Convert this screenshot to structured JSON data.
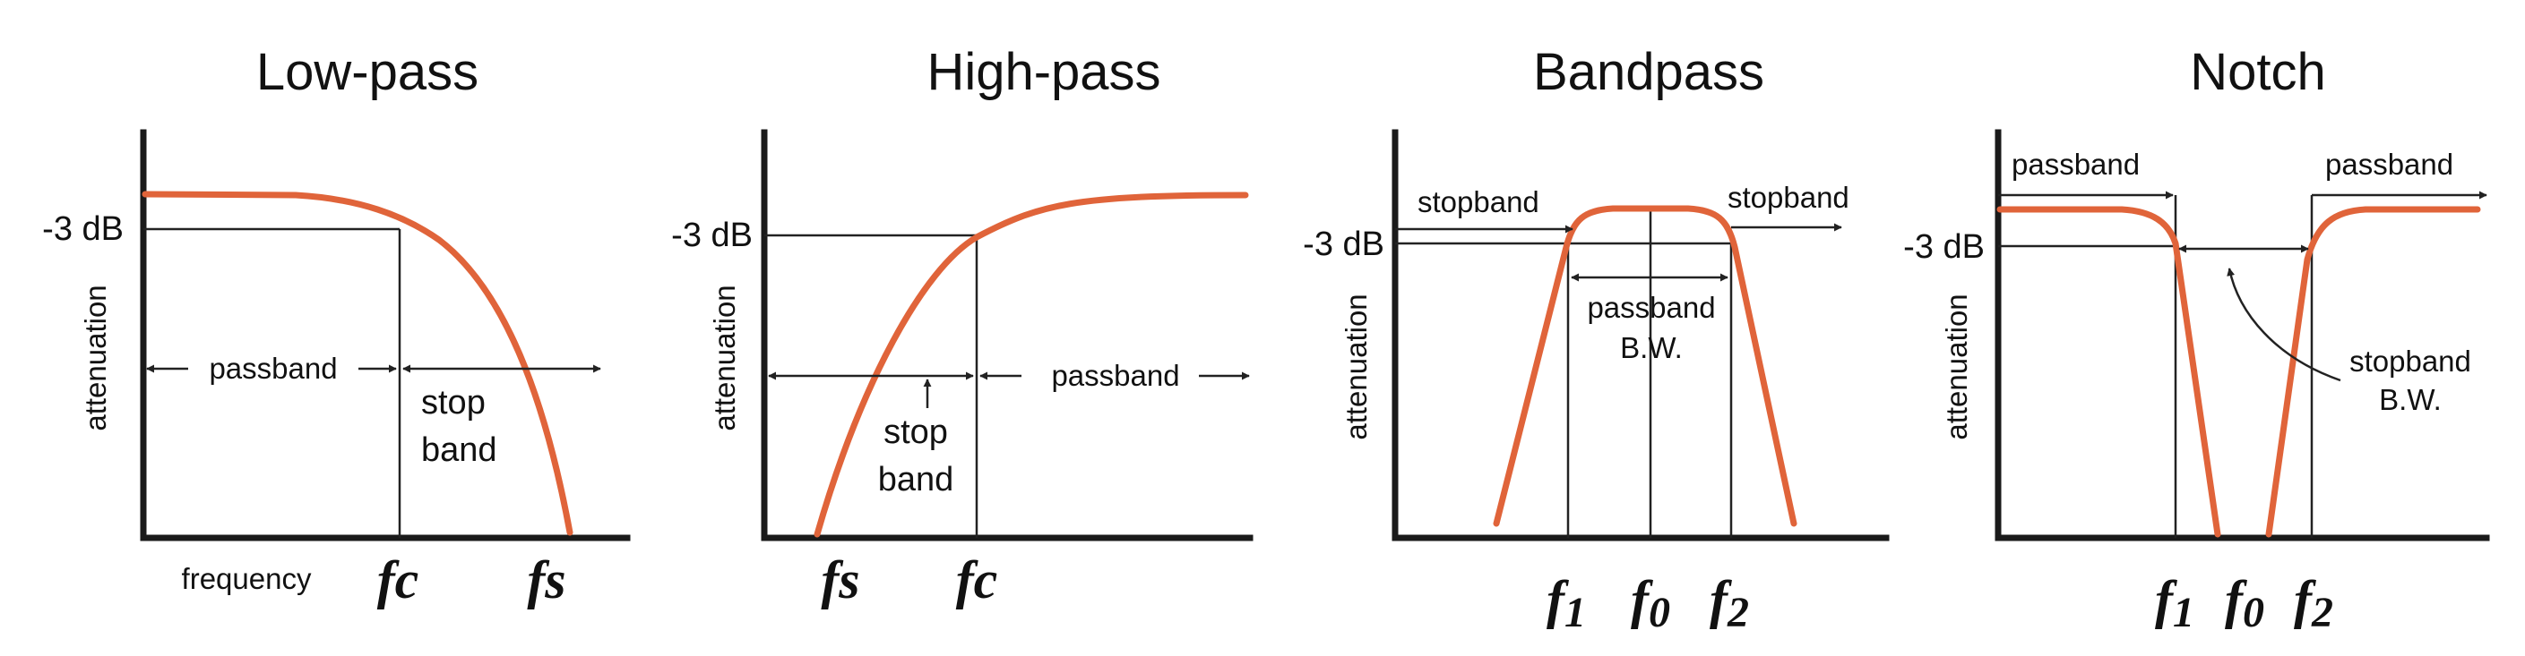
{
  "colors": {
    "curve": "#e0643a",
    "ink": "#1a1a1a",
    "background": "#ffffff"
  },
  "panels": {
    "lowpass": {
      "title": "Low-pass",
      "db_label": "-3 dB",
      "y_axis_label": "attenuation",
      "x_axis_label": "frequency",
      "passband": "passband",
      "stop_line1": "stop",
      "stop_line2": "band",
      "fc_var": "fc",
      "fs_var": "fs"
    },
    "highpass": {
      "title": "High-pass",
      "db_label": "-3 dB",
      "y_axis_label": "attenuation",
      "passband": "passband",
      "stop_line1": "stop",
      "stop_line2": "band",
      "fs_var": "fs",
      "fc_var": "fc"
    },
    "bandpass": {
      "title": "Bandpass",
      "db_label": "-3 dB",
      "y_axis_label": "attenuation",
      "stopband_left": "stopband",
      "stopband_right": "stopband",
      "bw_line1": "passband",
      "bw_line2": "B.W.",
      "f1_base": "f",
      "f1_sub": "1",
      "f0_base": "f",
      "f0_sub": "0",
      "f2_base": "f",
      "f2_sub": "2"
    },
    "notch": {
      "title": "Notch",
      "db_label": "-3 dB",
      "y_axis_label": "attenuation",
      "passband_left": "passband",
      "passband_right": "passband",
      "bw_line1": "stopband",
      "bw_line2": "B.W.",
      "f1_base": "f",
      "f1_sub": "1",
      "f0_base": "f",
      "f0_sub": "0",
      "f2_base": "f",
      "f2_sub": "2"
    }
  }
}
